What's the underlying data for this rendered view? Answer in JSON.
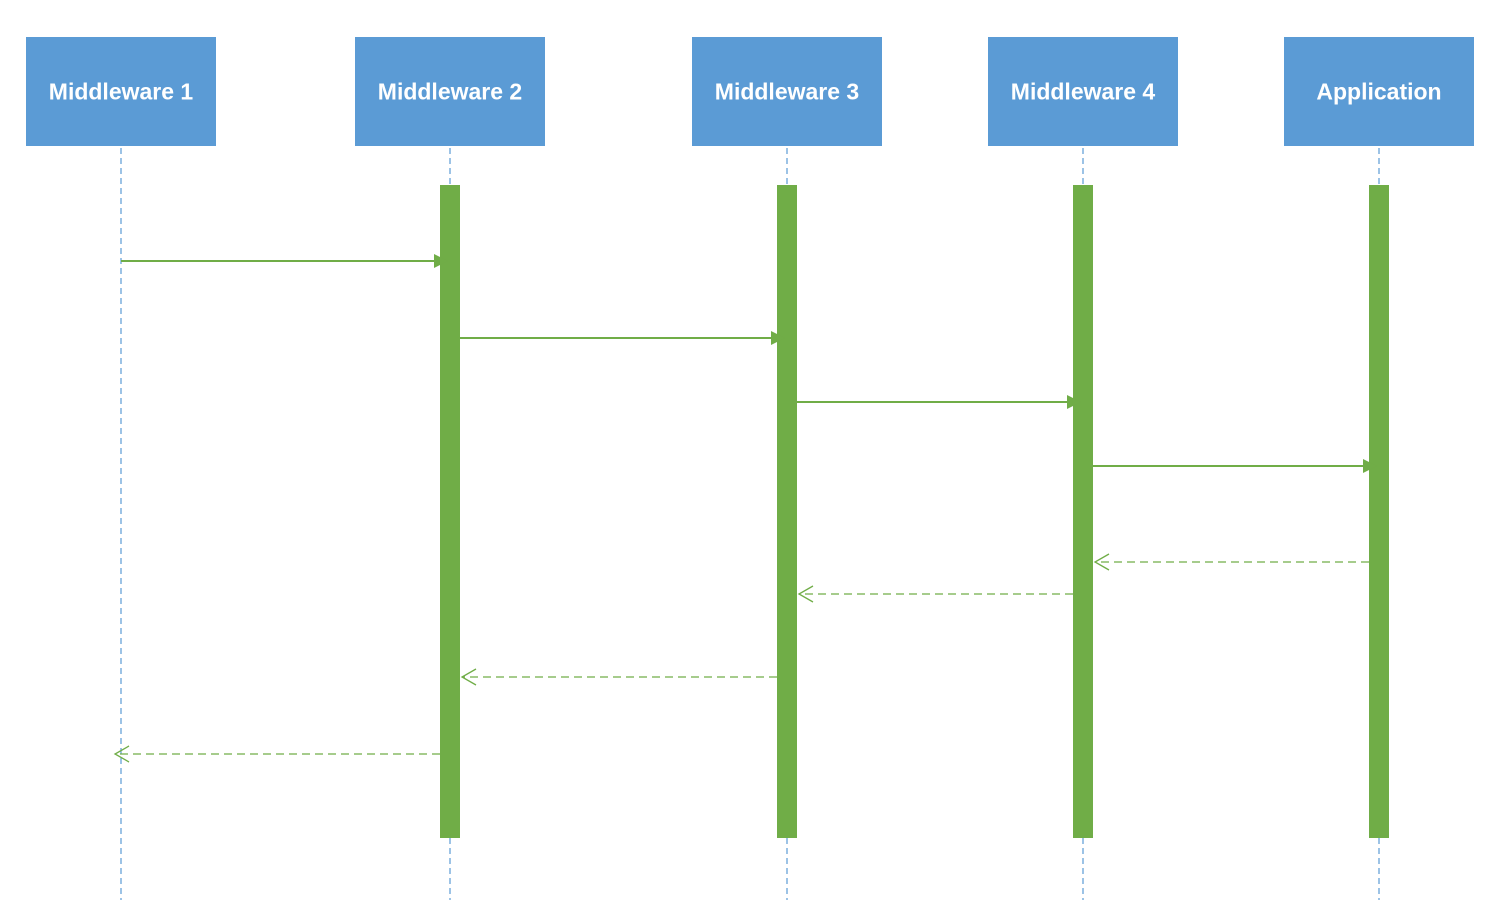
{
  "diagram": {
    "type": "sequence",
    "colors": {
      "participant_fill": "#5b9bd5",
      "participant_text": "#ffffff",
      "lifeline": "#5b9bd5",
      "activation": "#70ad47",
      "message": "#70ad47"
    },
    "participants": [
      {
        "id": "m1",
        "label": "Middleware 1"
      },
      {
        "id": "m2",
        "label": "Middleware 2"
      },
      {
        "id": "m3",
        "label": "Middleware 3"
      },
      {
        "id": "m4",
        "label": "Middleware 4"
      },
      {
        "id": "app",
        "label": "Application"
      }
    ],
    "activations": [
      "m2",
      "m3",
      "m4",
      "app"
    ],
    "messages": [
      {
        "from": "m1",
        "to": "m2",
        "kind": "call"
      },
      {
        "from": "m2",
        "to": "m3",
        "kind": "call"
      },
      {
        "from": "m3",
        "to": "m4",
        "kind": "call"
      },
      {
        "from": "m4",
        "to": "app",
        "kind": "call"
      },
      {
        "from": "app",
        "to": "m4",
        "kind": "return"
      },
      {
        "from": "m4",
        "to": "m3",
        "kind": "return"
      },
      {
        "from": "m3",
        "to": "m2",
        "kind": "return"
      },
      {
        "from": "m2",
        "to": "m1",
        "kind": "return"
      }
    ]
  }
}
